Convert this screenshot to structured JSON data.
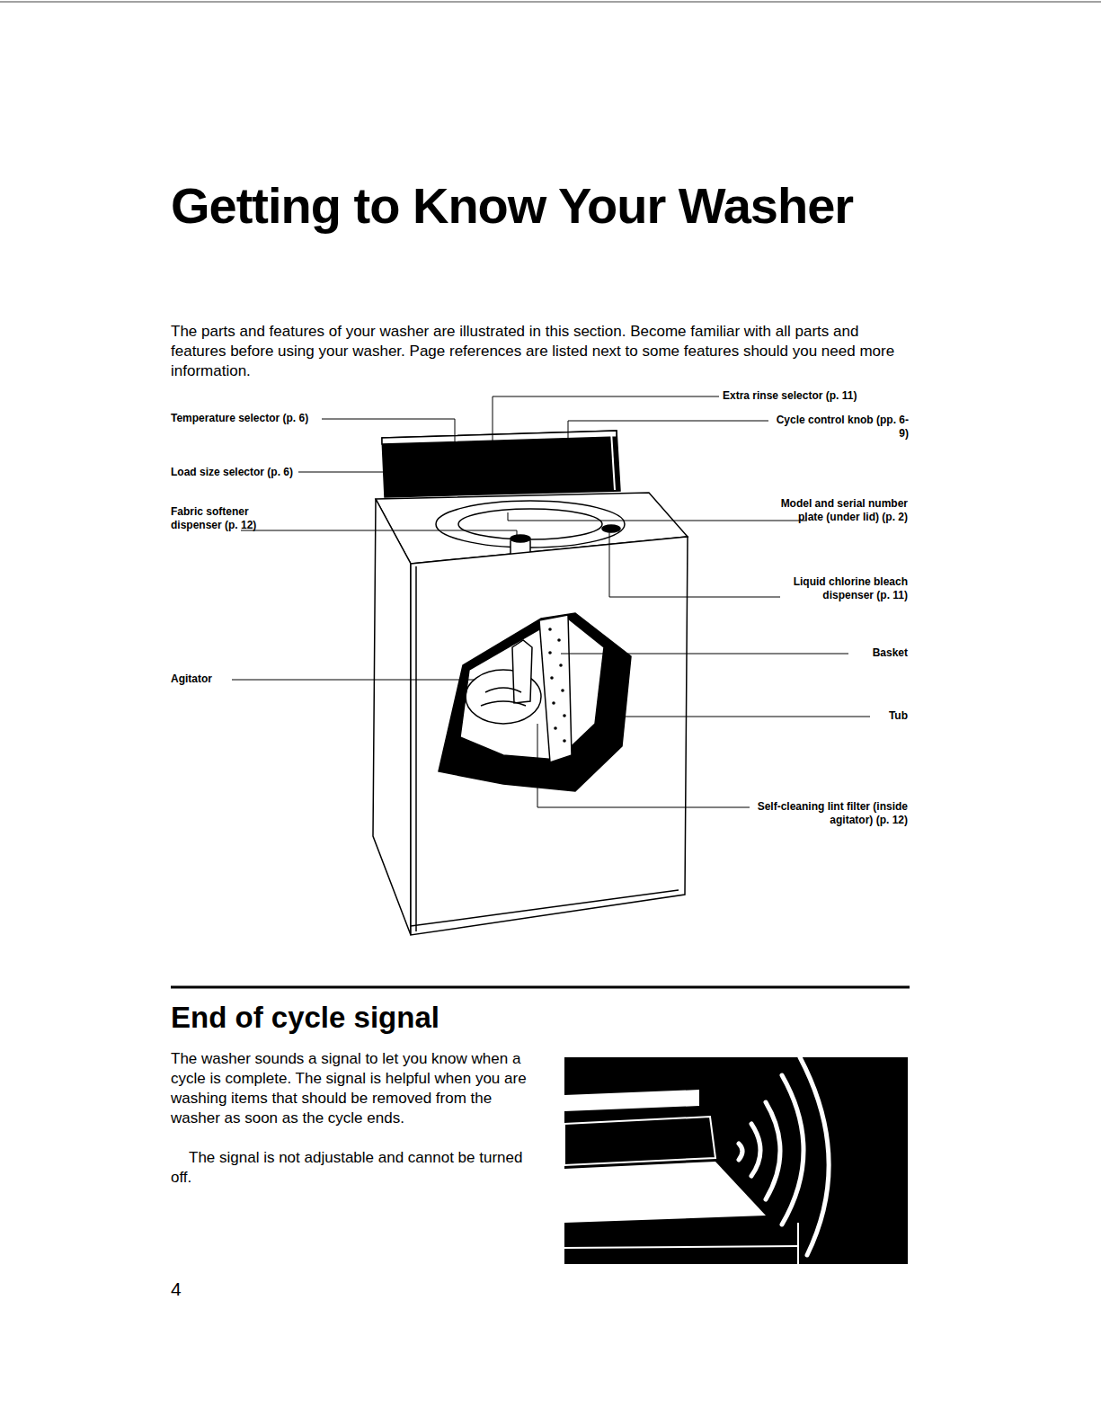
{
  "diagram": {
    "title": "Getting to Know Your Washer",
    "labels": [
      "The parts and features of your washer are illustrated in this section. Become familiar with all parts and features before using your washer. Page references are listed next to some features should you need more information.",
      "Temperature selector (p. 6)",
      "Load size selector (p. 6)",
      "Fabric softener dispenser (p. 12)",
      "Agitator",
      "Extra rinse selector (p. 11)",
      "Cycle control knob (pp. 6-9)",
      "Model and serial number plate (under lid) (p. 2)",
      "Liquid chlorine bleach dispenser (p. 11)",
      "Basket",
      "Tub",
      "Self-cleaning lint filter (inside agitator) (p. 12)",
      "End of cycle signal",
      "The washer sounds a signal to let you know when a cycle is complete. The signal is helpful when you are washing items that should be removed from the washer as soon as the cycle ends.",
      "The signal is not adjustable and cannot be turned off.",
      "4"
    ]
  }
}
